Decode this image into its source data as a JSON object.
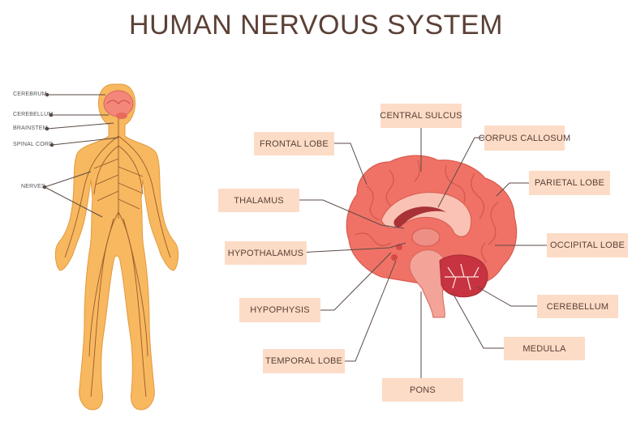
{
  "title": "HUMAN NERVOUS SYSTEM",
  "body_labels": {
    "cerebrum": "CEREBRUM",
    "cerebellum": "CEREBELLUM",
    "brainstem": "BRAINSTEM",
    "spinal_cord": "SPINAL CORD",
    "nerves": "NERVES"
  },
  "brain_labels": {
    "central_sulcus": "CENTRAL SULCUS",
    "frontal_lobe": "FRONTAL LOBE",
    "corpus_callosum": "CORPUS CALLOSUM",
    "parietal_lobe": "PARIETAL LOBE",
    "thalamus": "THALAMUS",
    "hypothalamus": "HYPOTHALAMUS",
    "occipital_lobe": "OCCIPITAL LOBE",
    "hypophysis": "HYPOPHYSIS",
    "cerebellum": "CEREBELLUM",
    "medulla": "MEDULLA",
    "temporal_lobe": "TEMPORAL LOBE",
    "pons": "PONS"
  },
  "colors": {
    "title": "#5b4036",
    "label_box": "#fcdcc6",
    "body": "#f7b860",
    "brain": "#f07266",
    "nerve": "#9a5a2a",
    "leader_line": "#5a4a44"
  }
}
